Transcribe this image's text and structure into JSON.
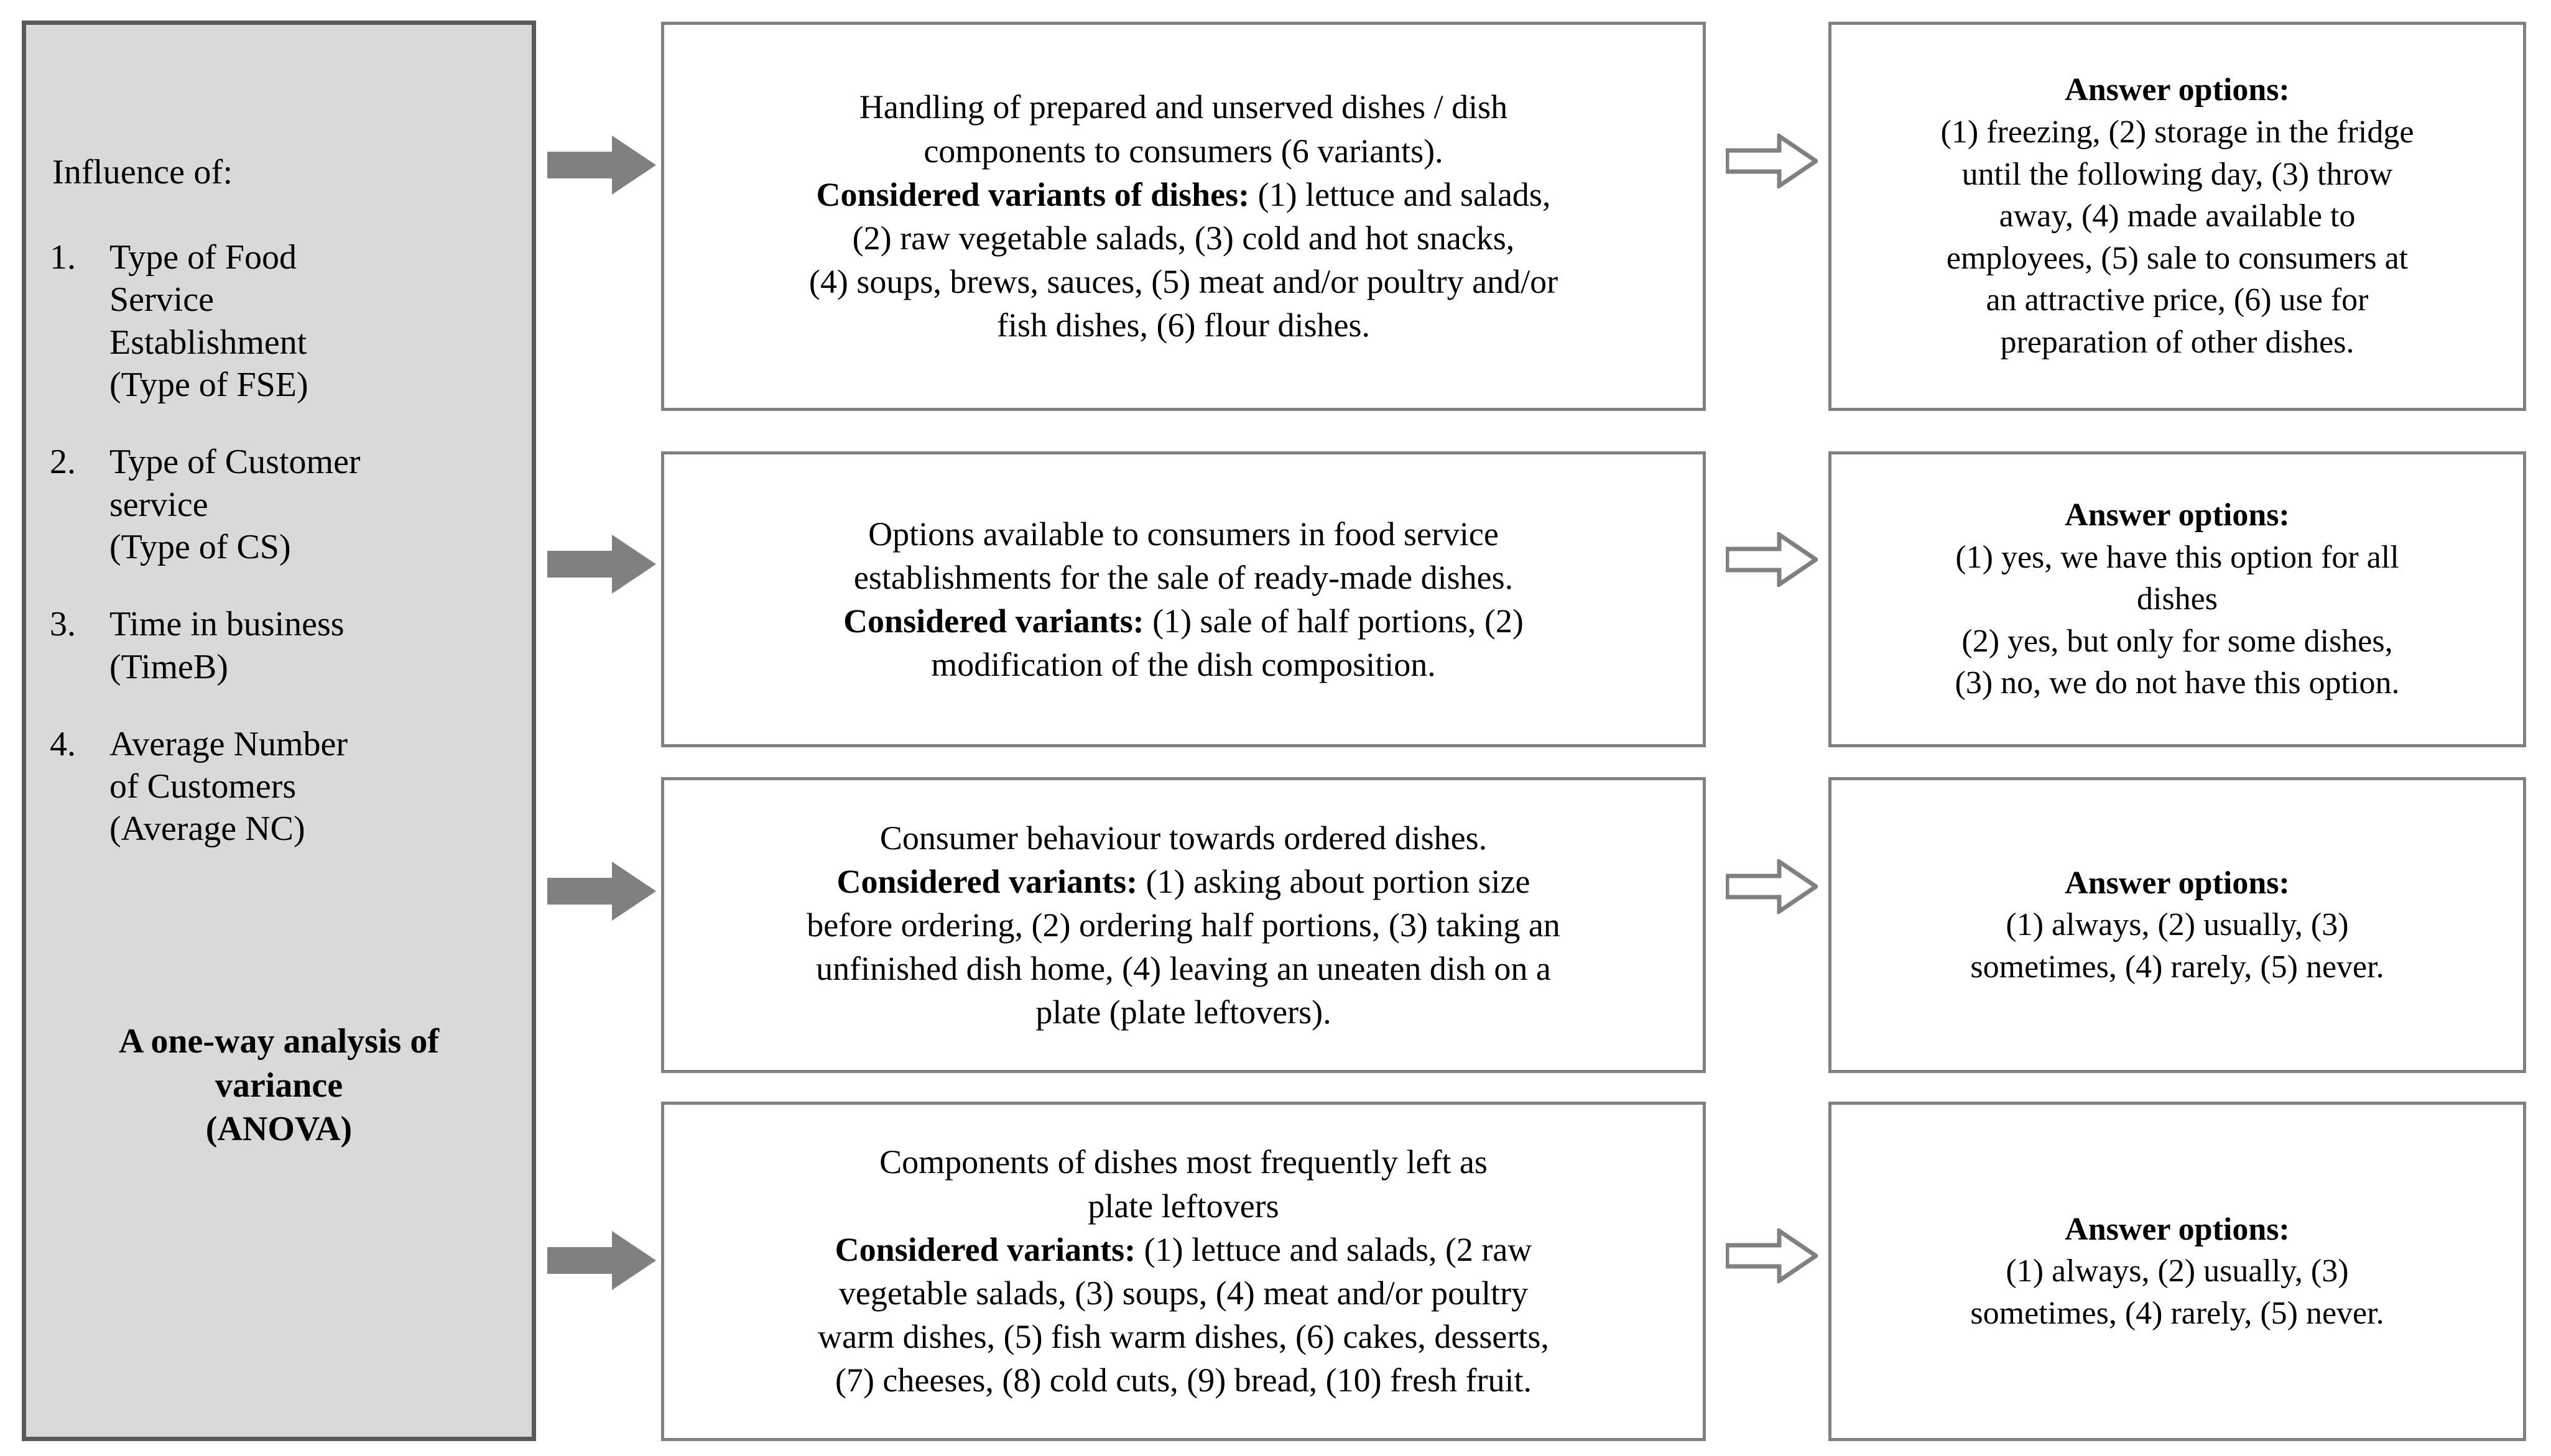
{
  "influence": {
    "title": "Influence of:",
    "items": [
      {
        "num": "1.",
        "text": "Type of Food\nService\nEstablishment\n(Type of FSE)"
      },
      {
        "num": "2.",
        "text": "Type of Customer\nservice\n(Type of CS)"
      },
      {
        "num": "3.",
        "text": "Time in business\n(TimeB)"
      },
      {
        "num": "4.",
        "text": "Average Number\nof Customers\n(Average NC)"
      }
    ],
    "method": "A one-way analysis of\nvariance\n(ANOVA)"
  },
  "rows": [
    {
      "question_lines": [
        "Handling of prepared and unserved dishes / dish",
        "components to consumers  (6 variants)."
      ],
      "variants_label": "Considered variants of dishes:",
      "variants_lines": [
        " (1) lettuce and salads,",
        "(2) raw vegetable salads, (3) cold and hot snacks,",
        "(4) soups, brews, sauces, (5) meat and/or poultry and/or",
        "fish dishes, (6) flour dishes."
      ],
      "answer_head": "Answer options:",
      "answer_lines": [
        "(1) freezing, (2) storage in the fridge",
        "until the following day, (3) throw",
        "away, (4) made available to",
        "employees, (5) sale to consumers at",
        "an attractive price,  (6) use for",
        "preparation of other dishes."
      ]
    },
    {
      "question_lines": [
        "Options available to consumers in food service",
        "establishments for the sale of ready-made dishes."
      ],
      "variants_label": "Considered variants:",
      "variants_lines": [
        " (1) sale of half portions, (2)",
        "modification of the dish composition."
      ],
      "answer_head": "Answer options:",
      "answer_lines": [
        "(1) yes, we have this option for all",
        "dishes",
        "(2) yes, but only for some dishes,",
        "(3) no, we do not have this option."
      ]
    },
    {
      "question_lines": [
        "Consumer behaviour towards ordered dishes."
      ],
      "variants_label": "Considered variants:",
      "variants_lines": [
        " (1) asking about portion size",
        "before ordering, (2) ordering half portions, (3) taking an",
        "unfinished dish home,  (4) leaving an uneaten dish on a",
        "plate (plate leftovers)."
      ],
      "answer_head": "Answer options:",
      "answer_lines": [
        "(1) always, (2) usually, (3)",
        "sometimes, (4) rarely, (5) never."
      ]
    },
    {
      "question_lines": [
        "Components  of dishes most frequently left as",
        "plate leftovers"
      ],
      "variants_label": "Considered variants:",
      "variants_lines": [
        " (1) lettuce and salads, (2 raw",
        "vegetable salads, (3) soups, (4) meat and/or poultry",
        "warm dishes, (5) fish warm dishes, (6) cakes, desserts,",
        "(7) cheeses, (8) cold cuts, (9) bread, (10) fresh fruit."
      ],
      "answer_head": "Answer options:",
      "answer_lines": [
        "(1) always, (2) usually, (3)",
        "sometimes, (4) rarely, (5) never."
      ]
    }
  ],
  "colors": {
    "panel_fill": "#d9d9d9",
    "panel_border": "#595959",
    "box_border": "#808080",
    "arrow_solid": "#808080",
    "arrow_hollow_stroke": "#808080",
    "text": "#000000"
  },
  "icons": {
    "arrow_solid": "arrow-right-solid-icon",
    "arrow_hollow": "arrow-right-outline-icon"
  }
}
